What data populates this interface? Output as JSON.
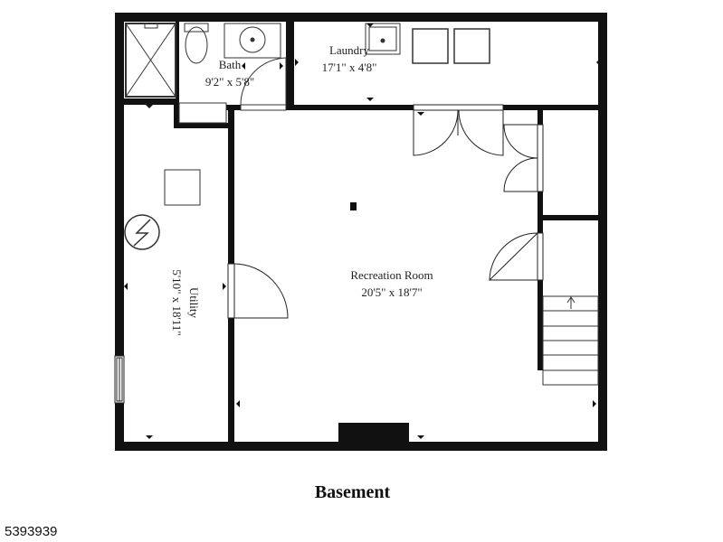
{
  "floor_title": "Basement",
  "listing_id": "5393939",
  "rooms": {
    "bath": {
      "name": "Bath",
      "dims": "9'2\" x 5'8\""
    },
    "laundry": {
      "name": "Laundry",
      "dims": "17'1\" x 4'8\""
    },
    "recreation": {
      "name": "Recreation Room",
      "dims": "20'5\" x 18'7\""
    },
    "utility": {
      "name": "Utility",
      "dims": "5'10\" x 18'11\""
    }
  }
}
